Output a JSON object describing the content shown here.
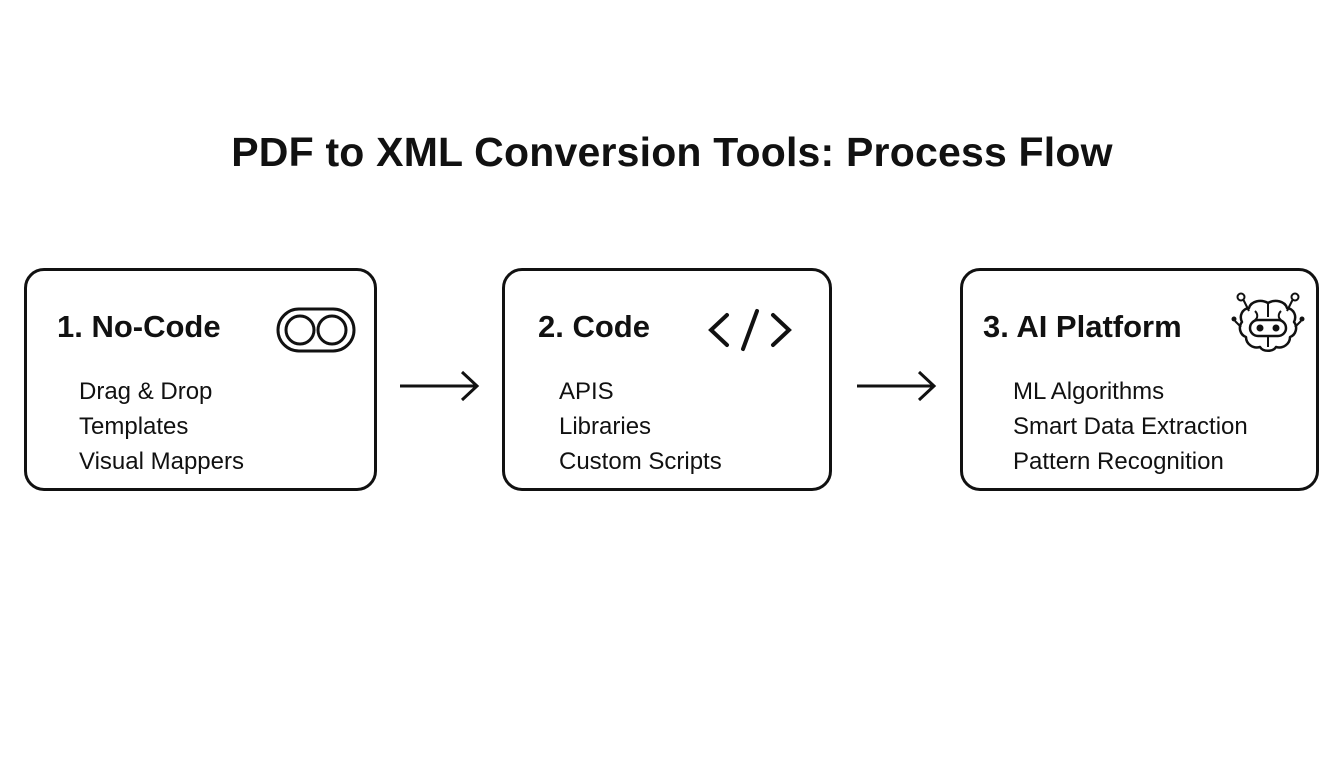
{
  "title": "PDF to XML Conversion Tools: Process Flow",
  "steps": [
    {
      "title": "1. No-Code",
      "icon": "toggle-icon",
      "items": [
        "Drag & Drop",
        "Templates",
        "Visual Mappers"
      ]
    },
    {
      "title": "2. Code",
      "icon": "code-brackets-icon",
      "items": [
        "APIS",
        "Libraries",
        "Custom Scripts"
      ]
    },
    {
      "title": "3. AI Platform",
      "icon": "robot-brain-icon",
      "items": [
        "ML Algorithms",
        "Smart Data Extraction",
        "Pattern Recognition"
      ]
    }
  ],
  "colors": {
    "stroke": "#111111",
    "background": "#ffffff"
  }
}
